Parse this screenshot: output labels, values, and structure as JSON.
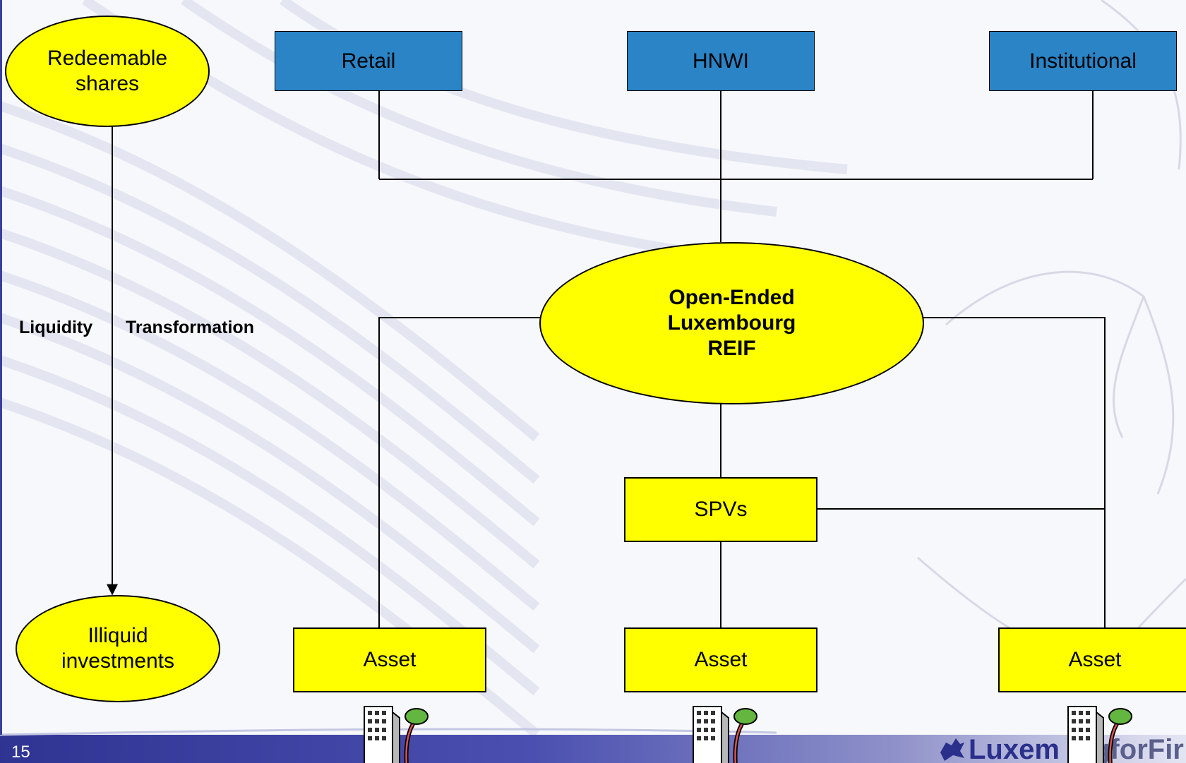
{
  "investors": [
    "Retail",
    "HNWI",
    "Institutional"
  ],
  "fund": "Open-Ended Luxembourg REIF",
  "spv": "SPVs",
  "assets": [
    "Asset",
    "Asset",
    "Asset"
  ],
  "liquidity": {
    "top": "Redeemable shares",
    "bottom": "Illiquid investments",
    "label_left": "Liquidity",
    "label_right": "Transformation"
  },
  "page_number": "15",
  "logo": {
    "part1": "Luxem",
    "part2": "gforFir"
  },
  "icons": [
    "building-tree-icon"
  ],
  "colors": {
    "investor_box": "#2a84c6",
    "highlight": "#ffff00",
    "footer": "#3b3f9e",
    "logo": "#2a2f8c"
  }
}
